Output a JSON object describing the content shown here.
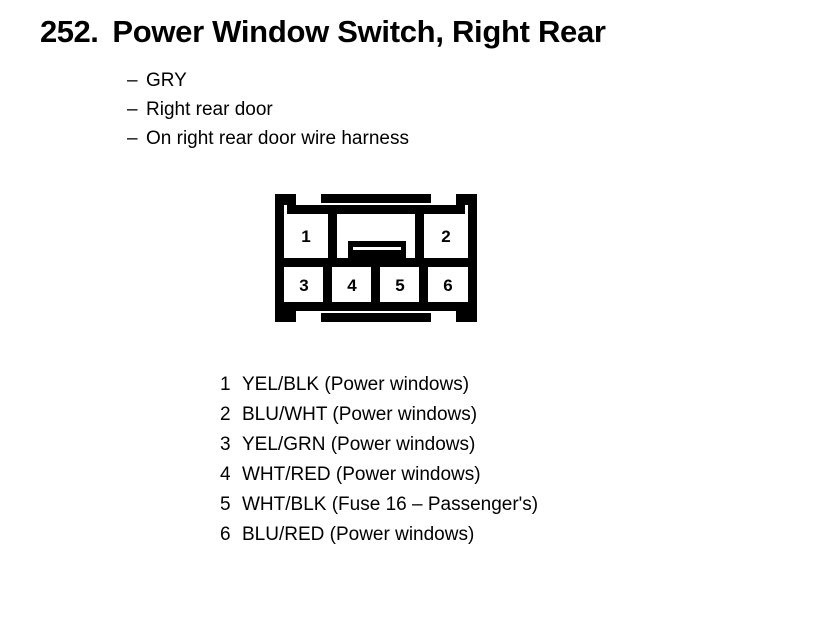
{
  "page": {
    "background_color": "#ffffff",
    "ink_color": "#000000"
  },
  "title": {
    "number": "252.",
    "text": "Power Window Switch, Right Rear"
  },
  "attributes": {
    "dash": "–",
    "items": [
      {
        "label": "GRY"
      },
      {
        "label": "Right rear door"
      },
      {
        "label": "On right rear door wire harness"
      }
    ]
  },
  "connector": {
    "name": "6-pin connector face view",
    "top_row": [
      {
        "pin": "1"
      },
      {
        "pin": "2"
      }
    ],
    "bottom_row": [
      {
        "pin": "3"
      },
      {
        "pin": "4"
      },
      {
        "pin": "5"
      },
      {
        "pin": "6"
      }
    ],
    "latch_tab": "center-latch-tab"
  },
  "pin_legend": [
    {
      "pin": "1",
      "description": "YEL/BLK (Power windows)"
    },
    {
      "pin": "2",
      "description": "BLU/WHT (Power windows)"
    },
    {
      "pin": "3",
      "description": "YEL/GRN (Power windows)"
    },
    {
      "pin": "4",
      "description": "WHT/RED (Power windows)"
    },
    {
      "pin": "5",
      "description": "WHT/BLK (Fuse 16 – Passenger's)"
    },
    {
      "pin": "6",
      "description": "BLU/RED (Power windows)"
    }
  ]
}
